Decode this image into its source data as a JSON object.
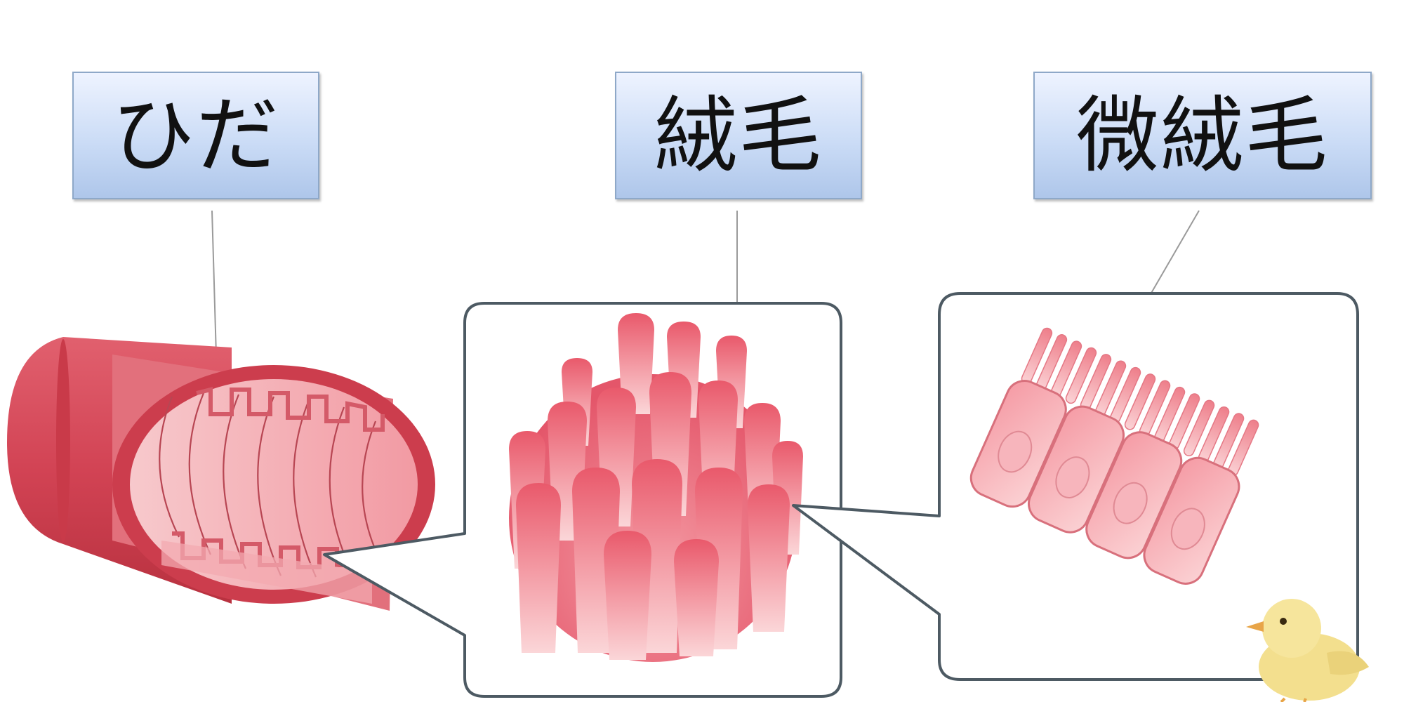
{
  "labels": {
    "folds": "ひだ",
    "villi": "絨毛",
    "microvilli": "微絨毛"
  },
  "colors": {
    "tissue_dark": "#c8404f",
    "tissue_mid": "#e96b7a",
    "tissue_light": "#f7c2c6",
    "label_fill": "#c7d9f5",
    "label_border": "#8ea8c8",
    "callout_border": "#4d5a63"
  },
  "icons": {
    "intestine": "intestine-tube-illustration",
    "villi": "villi-cluster-illustration",
    "microvilli": "epithelial-cells-illustration",
    "mascot": "chick-icon"
  }
}
